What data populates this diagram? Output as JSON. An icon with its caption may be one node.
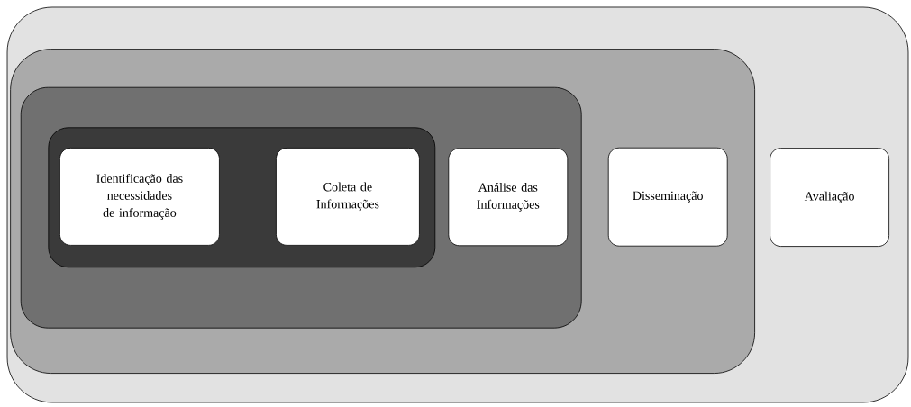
{
  "diagram": {
    "nodes": [
      {
        "text": [],
        "shape": "box"
      },
      {
        "text": [],
        "shape": "box",
        "in": 0
      },
      {
        "text": [],
        "shape": "box",
        "in": 1
      },
      {
        "text": [],
        "shape": "box",
        "in": 2
      },
      {
        "text": [
          "Identificação das necessidades de informação"
        ],
        "in": 3
      },
      {
        "text": [
          "Coleta de Informações"
        ],
        "in": 3
      },
      {
        "text": [
          "Análise das Informações"
        ],
        "in": 2
      },
      {
        "text": [
          "Disseminação"
        ],
        "in": 1
      },
      {
        "text": [
          "Avaliação"
        ],
        "in": 0
      }
    ]
  }
}
